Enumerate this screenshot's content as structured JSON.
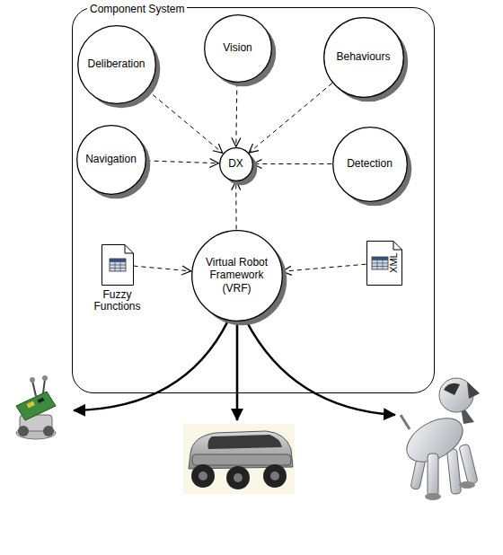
{
  "diagram": {
    "nodes": [
      {
        "text": [
          "Component System"
        ]
      },
      {
        "text": [
          "Deliberation"
        ],
        "in": 0
      },
      {
        "text": [
          "Vision"
        ],
        "in": 0
      },
      {
        "text": [
          "Behaviours"
        ],
        "in": 0
      },
      {
        "text": [
          "Navigation"
        ],
        "in": 0
      },
      {
        "text": [
          "DX"
        ],
        "in": 0
      },
      {
        "text": [
          "Detection"
        ],
        "in": 0
      },
      {
        "text": [
          "Fuzzy Functions"
        ],
        "in": 0
      },
      {
        "text": [
          "Virtual Robot Framework (VRF)"
        ],
        "in": 0
      },
      {
        "text": [
          "XML"
        ],
        "in": 0
      }
    ],
    "edges": [
      {
        "from": 1,
        "to": 5,
        "arrow": "to"
      },
      {
        "from": 2,
        "to": 5,
        "arrow": "to"
      },
      {
        "from": 3,
        "to": 5,
        "arrow": "to"
      },
      {
        "from": 4,
        "to": 5,
        "arrow": "to"
      },
      {
        "from": 6,
        "to": 5,
        "arrow": "to"
      },
      {
        "from": 8,
        "to": 5,
        "arrow": "to"
      },
      {
        "from": 7,
        "to": 8,
        "arrow": "to"
      },
      {
        "from": 9,
        "to": 8,
        "arrow": "to"
      }
    ]
  }
}
